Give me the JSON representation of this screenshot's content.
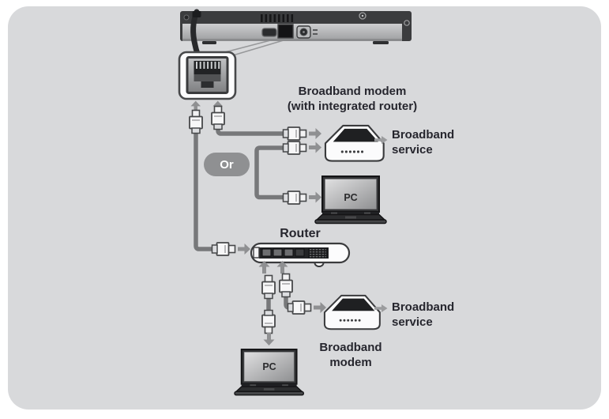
{
  "diagram": {
    "labels": {
      "broadband_modem_integrated": {
        "line1": "Broadband modem",
        "line2": "(with integrated router)"
      },
      "broadband_service_top": "Broadband service",
      "or_badge": "Or",
      "pc": "PC",
      "router": "Router",
      "broadband_service_bottom": "Broadband service",
      "broadband_modem_bottom": "Broadband modem"
    },
    "icons": {
      "player": "blu-ray-player-rear-panel-icon",
      "lan_port": "lan-port-callout-icon",
      "plug": "ethernet-plug-icon",
      "cable": "ethernet-cable",
      "arrow": "connection-arrow-icon",
      "router": "router-icon",
      "modem": "broadband-modem-icon",
      "laptop": "pc-laptop-icon"
    },
    "colors": {
      "canvas_bg": "#ffffff",
      "panel_bg": "#d8d9db",
      "label_text": "#26262e",
      "badge_bg": "#8f9092",
      "badge_text": "#ffffff",
      "arrow_gray": "#8f9092",
      "cable_gray": "#77787a",
      "outline_dark": "#3a3b3d",
      "device_dark": "#3b3c3e",
      "device_white": "#fbfbfc"
    }
  }
}
